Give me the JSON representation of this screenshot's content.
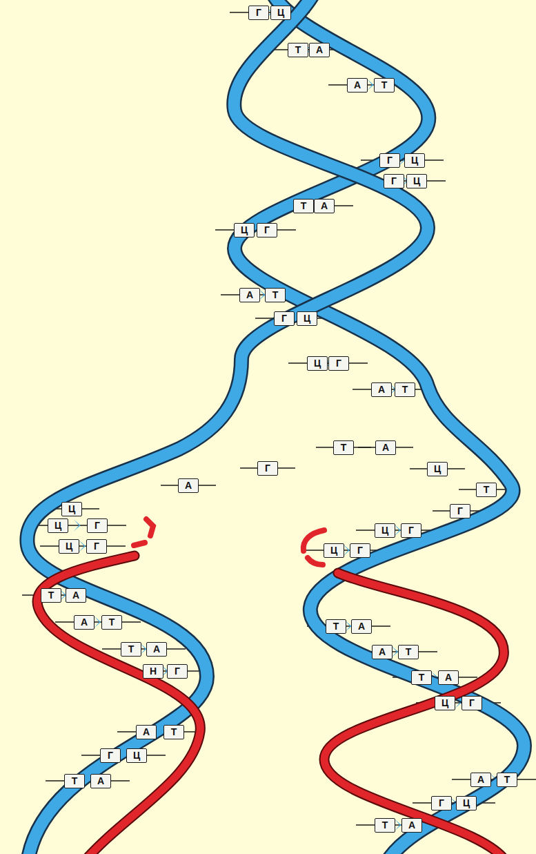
{
  "diagram": {
    "nodes": [
      {
        "text": [
          "Г"
        ]
      },
      {
        "text": [
          "Ц"
        ]
      },
      {
        "text": [
          "Т"
        ]
      },
      {
        "text": [
          "А"
        ]
      },
      {
        "text": [
          "А"
        ]
      },
      {
        "text": [
          "Т"
        ]
      },
      {
        "text": [
          "Г"
        ]
      },
      {
        "text": [
          "Ц"
        ]
      },
      {
        "text": [
          "Г"
        ]
      },
      {
        "text": [
          "Ц"
        ]
      },
      {
        "text": [
          "Т"
        ]
      },
      {
        "text": [
          "А"
        ]
      },
      {
        "text": [
          "Ц"
        ]
      },
      {
        "text": [
          "Г"
        ]
      },
      {
        "text": [
          "А"
        ]
      },
      {
        "text": [
          "Т"
        ]
      },
      {
        "text": [
          "Г"
        ]
      },
      {
        "text": [
          "Ц"
        ]
      },
      {
        "text": [
          "Ц"
        ]
      },
      {
        "text": [
          "Г"
        ]
      },
      {
        "text": [
          "А"
        ]
      },
      {
        "text": [
          "Т"
        ]
      },
      {
        "text": [
          "Т"
        ]
      },
      {
        "text": [
          "А"
        ]
      },
      {
        "text": [
          "Г"
        ]
      },
      {
        "text": [
          "Ц"
        ]
      },
      {
        "text": [
          "А"
        ]
      },
      {
        "text": [
          "Т"
        ]
      },
      {
        "text": [
          "Ц"
        ]
      },
      {
        "text": [
          "Г"
        ]
      },
      {
        "text": [
          "Ц"
        ]
      },
      {
        "text": [
          "Г"
        ]
      },
      {
        "text": [
          "Ц"
        ]
      },
      {
        "text": [
          "Г"
        ]
      },
      {
        "text": [
          "Ц"
        ]
      },
      {
        "text": [
          "Г"
        ]
      },
      {
        "text": [
          "Ц"
        ]
      },
      {
        "text": [
          "Г"
        ]
      },
      {
        "text": [
          "Т"
        ]
      },
      {
        "text": [
          "А"
        ]
      },
      {
        "text": [
          "А"
        ]
      },
      {
        "text": [
          "Т"
        ]
      },
      {
        "text": [
          "Т"
        ]
      },
      {
        "text": [
          "А"
        ]
      },
      {
        "text": [
          "Т"
        ]
      },
      {
        "text": [
          "А"
        ]
      },
      {
        "text": [
          "А"
        ]
      },
      {
        "text": [
          "Т"
        ]
      },
      {
        "text": [
          "Н"
        ]
      },
      {
        "text": [
          "Г"
        ]
      },
      {
        "text": [
          "Т"
        ]
      },
      {
        "text": [
          "А"
        ]
      },
      {
        "text": [
          "Ц"
        ]
      },
      {
        "text": [
          "Г"
        ]
      },
      {
        "text": [
          "А"
        ]
      },
      {
        "text": [
          "Т"
        ]
      },
      {
        "text": [
          "Г"
        ]
      },
      {
        "text": [
          "Ц"
        ]
      },
      {
        "text": [
          "Т"
        ]
      },
      {
        "text": [
          "А"
        ]
      },
      {
        "text": [
          "А"
        ]
      },
      {
        "text": [
          "Т"
        ]
      },
      {
        "text": [
          "Г"
        ]
      },
      {
        "text": [
          "Ц"
        ]
      },
      {
        "text": [
          "Т"
        ]
      },
      {
        "text": [
          "А"
        ]
      }
    ]
  }
}
